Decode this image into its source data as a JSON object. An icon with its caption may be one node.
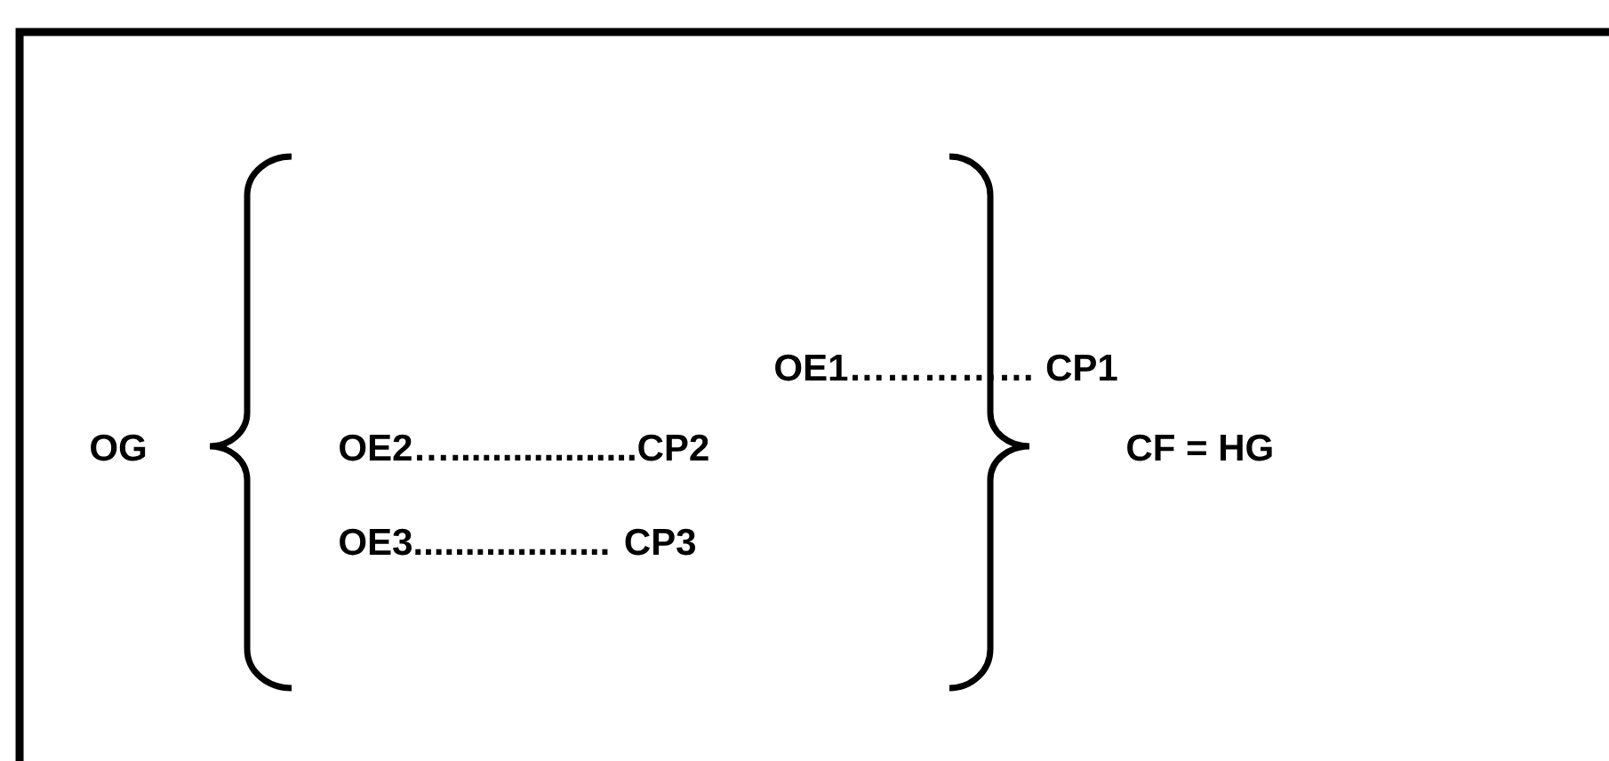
{
  "diagram": {
    "labels": [
      "OE1…………… CP1",
      "OG",
      "OE2…..................CP2",
      "CF  = HG",
      "OE3................... CP3"
    ]
  }
}
